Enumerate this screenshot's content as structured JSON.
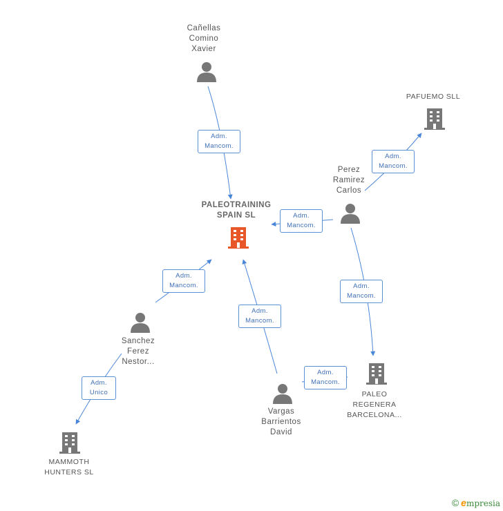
{
  "nodes": {
    "center": {
      "label": "PALEOTRAINING\nSPAIN SL",
      "icon": "building-icon",
      "color": "#e8572a"
    },
    "canellas": {
      "label": "Cañellas\nComino\nXavier",
      "icon": "person-icon"
    },
    "perez": {
      "label": "Perez\nRamirez\nCarlos",
      "icon": "person-icon"
    },
    "pafuemo": {
      "label": "PAFUEMO SLL",
      "icon": "building-icon"
    },
    "sanchez": {
      "label": "Sanchez\nFerez\nNestor...",
      "icon": "person-icon"
    },
    "mammoth": {
      "label": "MAMMOTH\nHUNTERS SL",
      "icon": "building-icon"
    },
    "vargas": {
      "label": "Vargas\nBarrientos\nDavid",
      "icon": "person-icon"
    },
    "paleo_regenera": {
      "label": "PALEO\nREGENERA\nBARCELONA...",
      "icon": "building-icon"
    }
  },
  "edges": {
    "canellas_center": {
      "line1": "Adm.",
      "line2": "Mancom."
    },
    "perez_pafuemo": {
      "line1": "Adm.",
      "line2": "Mancom."
    },
    "perez_center": {
      "line1": "Adm.",
      "line2": "Mancom."
    },
    "sanchez_center": {
      "line1": "Adm.",
      "line2": "Mancom."
    },
    "vargas_center": {
      "line1": "Adm.",
      "line2": "Mancom."
    },
    "perez_paleo": {
      "line1": "Adm.",
      "line2": "Mancom."
    },
    "vargas_paleo": {
      "line1": "Adm.",
      "line2": "Mancom."
    },
    "sanchez_mammoth": {
      "line1": "Adm.",
      "line2": "Unico"
    }
  },
  "colors": {
    "edge": "#4a86d8",
    "node_gray": "#777777",
    "accent": "#e8572a"
  },
  "footer": {
    "copyright": "©",
    "brand_initial": "e",
    "brand_rest": "mpresia"
  }
}
